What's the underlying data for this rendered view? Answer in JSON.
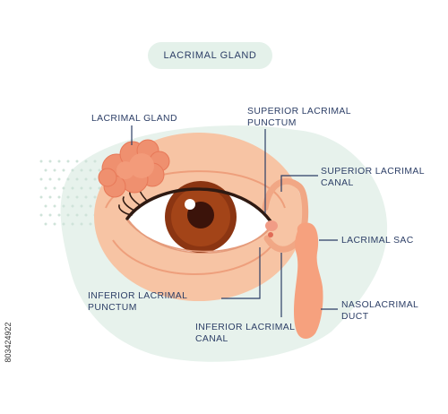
{
  "title": "LACRIMAL GLAND",
  "labels": {
    "lacrimal_gland": "LACRIMAL GLAND",
    "superior_punctum": "SUPERIOR LACRIMAL\nPUNCTUM",
    "superior_canal": "SUPERIOR LACRIMAL\nCANAL",
    "lacrimal_sac": "LACRIMAL SAC",
    "nasolacrimal_duct": "NASOLACRIMAL\nDUCT",
    "inferior_punctum": "INFERIOR LACRIMAL\nPUNCTUM",
    "inferior_canal": "INFERIOR LACRIMAL\nCANAL"
  },
  "stock_id": "803424922",
  "colors": {
    "skin": "#f6c3a3",
    "skin_dark": "#ee9e7a",
    "gland": "#ef8f6f",
    "iris": "#8b3512",
    "pupil": "#3a120a",
    "leader": "#2c3e66",
    "background_blob": "#e6f2ec",
    "sac": "#f7a07d"
  }
}
